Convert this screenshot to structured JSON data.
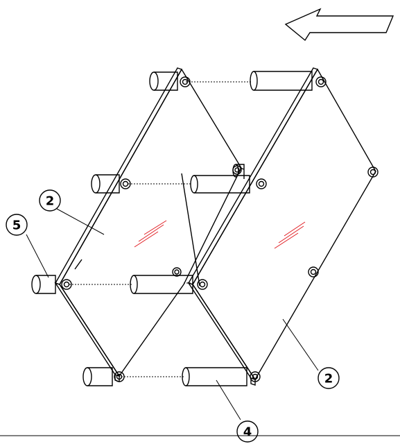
{
  "callouts": [
    {
      "id": "part-2-left",
      "label": "2"
    },
    {
      "id": "part-5",
      "label": "5"
    },
    {
      "id": "part-2-right",
      "label": "2"
    },
    {
      "id": "part-4",
      "label": "4"
    }
  ],
  "colors": {
    "line": "#000000",
    "glass_hatch": "#e0151b",
    "background": "#ffffff"
  },
  "icons": {
    "direction_arrow": "left-arrow-icon"
  }
}
